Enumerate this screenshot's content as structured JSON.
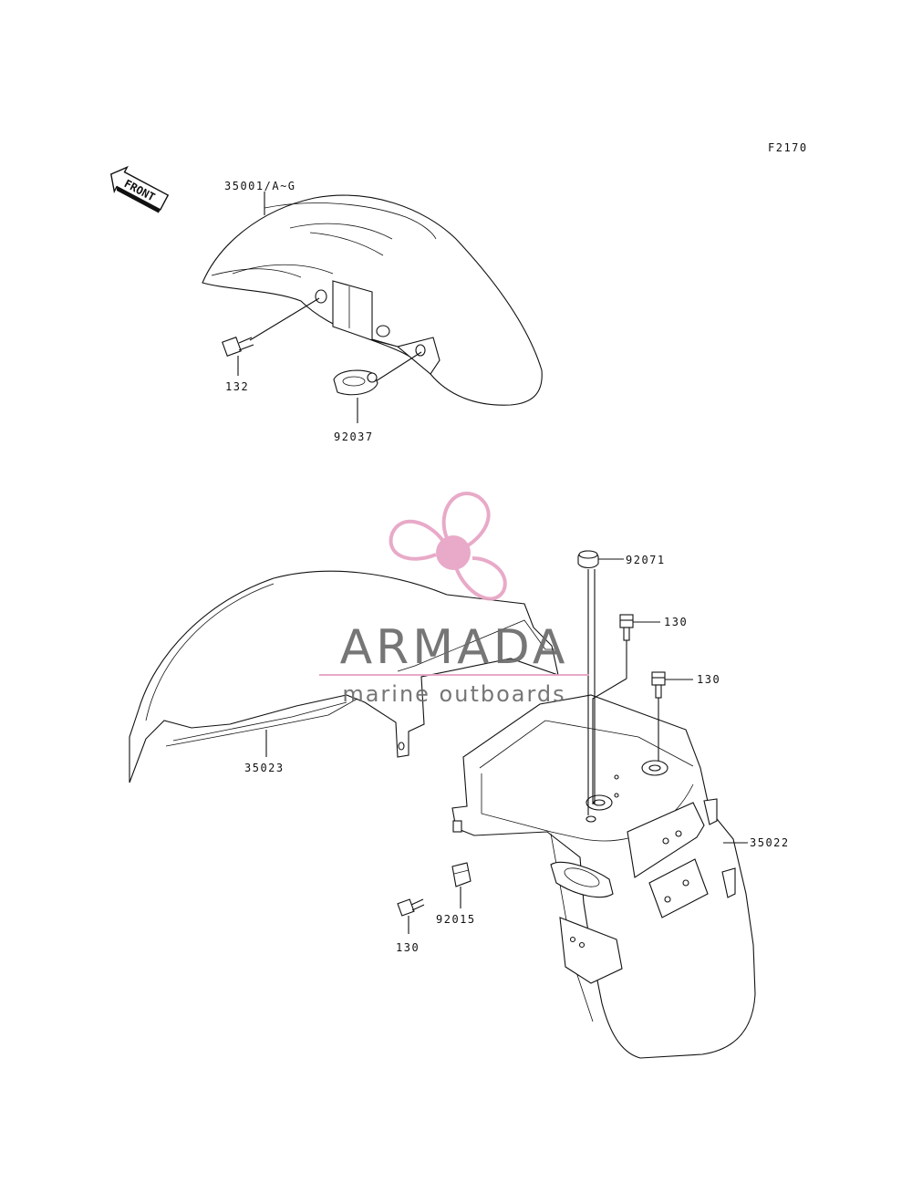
{
  "figure_code": "F2170",
  "direction": {
    "label": "FRONT",
    "icon": "front-arrow-icon"
  },
  "parts": [
    {
      "id": "front_fender",
      "number": "35001/A~G"
    },
    {
      "id": "front_bolt",
      "number": "132"
    },
    {
      "id": "front_guide",
      "number": "92037"
    },
    {
      "id": "cap",
      "number": "92071"
    },
    {
      "id": "bolt_a",
      "number": "130"
    },
    {
      "id": "bolt_b",
      "number": "130"
    },
    {
      "id": "rear_inner_fender",
      "number": "35023"
    },
    {
      "id": "rear_fender",
      "number": "35022"
    },
    {
      "id": "nut",
      "number": "92015"
    },
    {
      "id": "bolt_c",
      "number": "130"
    }
  ],
  "watermark": {
    "brand": "ARMADA",
    "tagline": "marine outboards",
    "icon": "propeller-logo-icon",
    "logo_color": "#e7a3c4",
    "text_color": "#6b6b6b"
  }
}
